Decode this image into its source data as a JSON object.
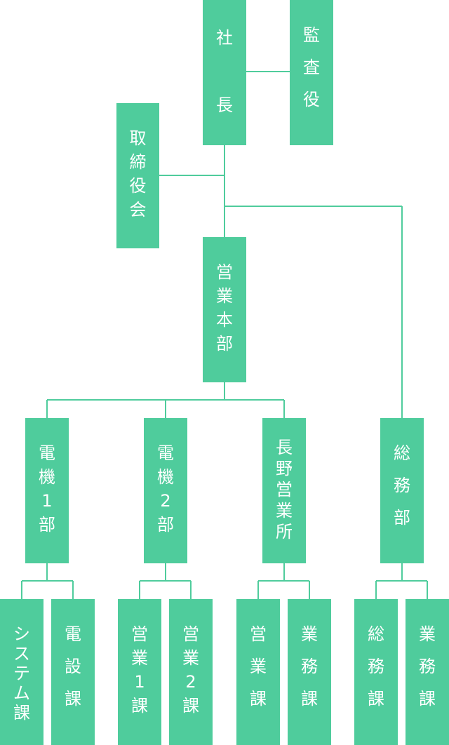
{
  "theme": {
    "box_color": "#4fcc9c",
    "line_color": "#4fcc9c",
    "text_color": "#ffffff"
  },
  "org_chart": {
    "president": {
      "label": "社長"
    },
    "auditor": {
      "label": "監査役"
    },
    "board": {
      "label": "取締役会"
    },
    "sales_hq": {
      "label": "営業本部"
    },
    "departments": [
      {
        "id": "denki1",
        "label": "電機1部",
        "sections": [
          "システム課",
          "電設課"
        ]
      },
      {
        "id": "denki2",
        "label": "電機2部",
        "sections": [
          "営業1課",
          "営業2課"
        ]
      },
      {
        "id": "nagano",
        "label": "長野営業所",
        "sections": [
          "営業課",
          "業務課"
        ]
      },
      {
        "id": "somu",
        "label": "総務部",
        "sections": [
          "総務課",
          "業務課"
        ]
      }
    ]
  }
}
